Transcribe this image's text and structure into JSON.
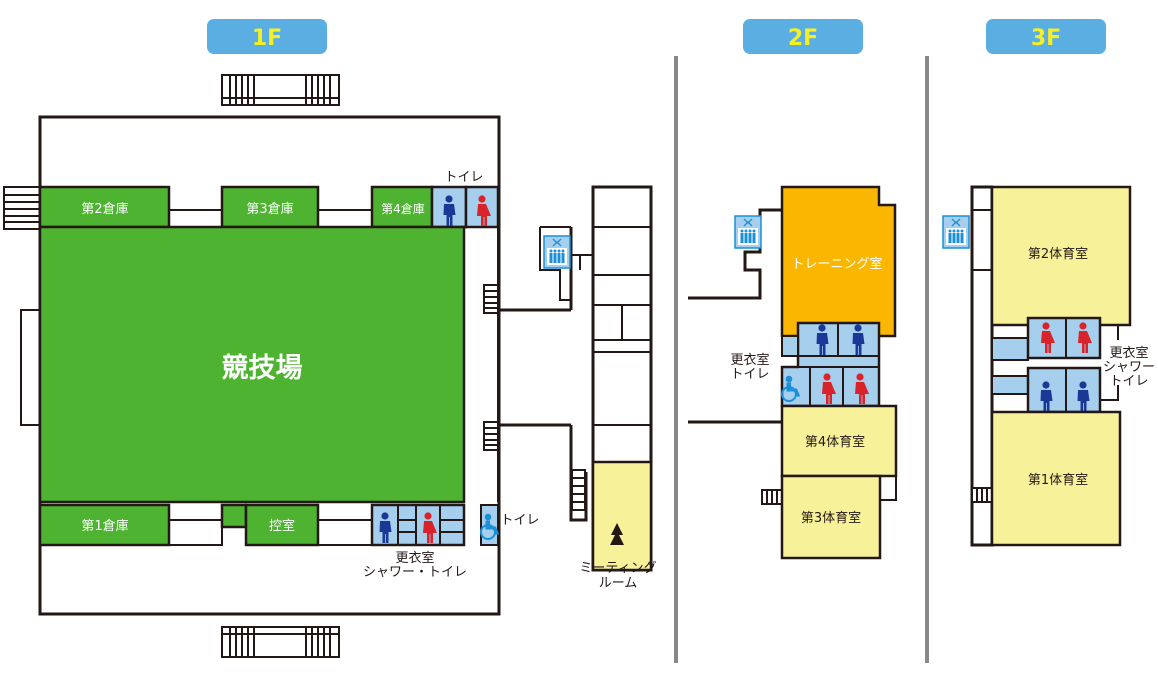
{
  "colors": {
    "green": "#4fb332",
    "blue_room": "#a6cfee",
    "yellow_room": "#f7f29a",
    "orange_room": "#fbb700",
    "floor_tab": "#5aaee2",
    "floor_tab_text": "#f6ef23",
    "male": "#1a3896",
    "female": "#d8232a",
    "accessible": "#1b8fd8",
    "divider": "#888888"
  },
  "floors": {
    "f1": {
      "tab": "1F",
      "arena": "競技場",
      "storage_1": "第1倉庫",
      "storage_2": "第2倉庫",
      "storage_3": "第3倉庫",
      "storage_4": "第4倉庫",
      "waiting_room": "控室",
      "toilet_top": "トイレ",
      "toilet_side": "トイレ",
      "locker_line1": "更衣室",
      "locker_line2": "シャワー・トイレ",
      "meeting_line1": "ミーティング",
      "meeting_line2": "ルーム"
    },
    "f2": {
      "tab": "2F",
      "training_room": "トレーニング室",
      "gym_4": "第4体育室",
      "gym_3": "第3体育室",
      "locker_line1": "更衣室",
      "locker_line2": "トイレ"
    },
    "f3": {
      "tab": "3F",
      "gym_2": "第2体育室",
      "gym_1": "第1体育室",
      "locker_line1": "更衣室",
      "locker_line2": "シャワー",
      "locker_line3": "トイレ"
    }
  }
}
